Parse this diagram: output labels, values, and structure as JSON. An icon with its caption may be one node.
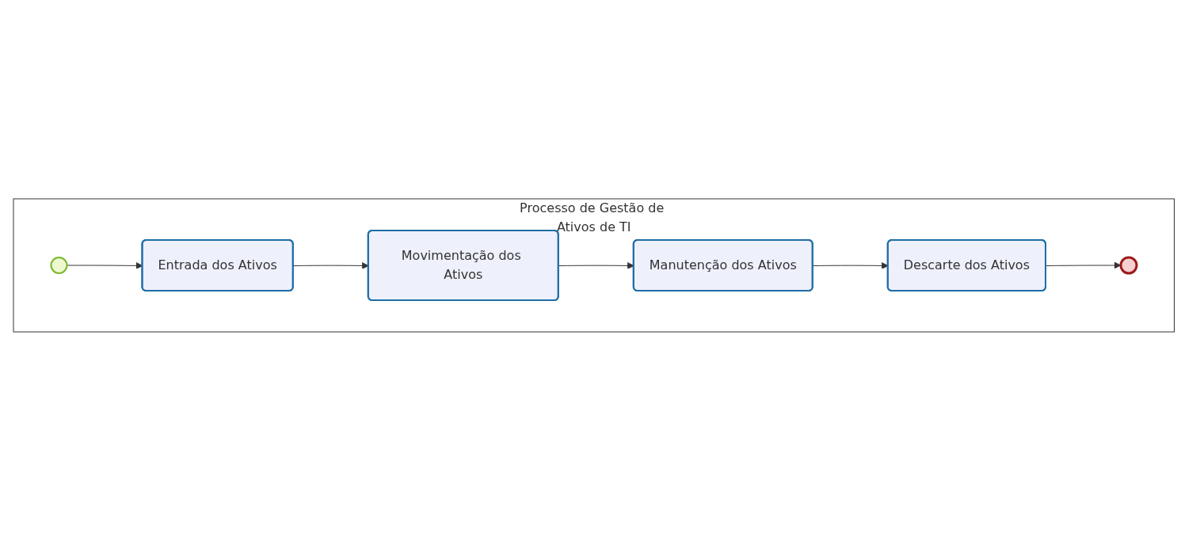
{
  "diagram": {
    "nodes": [
      {
        "text": [
          "Processo de Gestão de Ativos de TI"
        ]
      },
      {
        "text": [],
        "shape": "circle",
        "in": 0
      },
      {
        "text": [
          "Entrada dos Ativos"
        ],
        "in": 0
      },
      {
        "text": [
          "Movimentação dos Ativos"
        ],
        "in": 0
      },
      {
        "text": [
          "Manutenção dos Ativos"
        ],
        "in": 0
      },
      {
        "text": [
          "Descarte dos Ativos"
        ],
        "in": 0
      },
      {
        "text": [],
        "shape": "circle",
        "in": 0
      }
    ],
    "edges": [
      {
        "from": 1,
        "to": 2,
        "arrow": "to"
      },
      {
        "from": 2,
        "to": 3,
        "arrow": "to"
      },
      {
        "from": 3,
        "to": 4,
        "arrow": "to"
      },
      {
        "from": 4,
        "to": 5,
        "arrow": "to"
      },
      {
        "from": 5,
        "to": 6,
        "arrow": "to"
      }
    ]
  }
}
